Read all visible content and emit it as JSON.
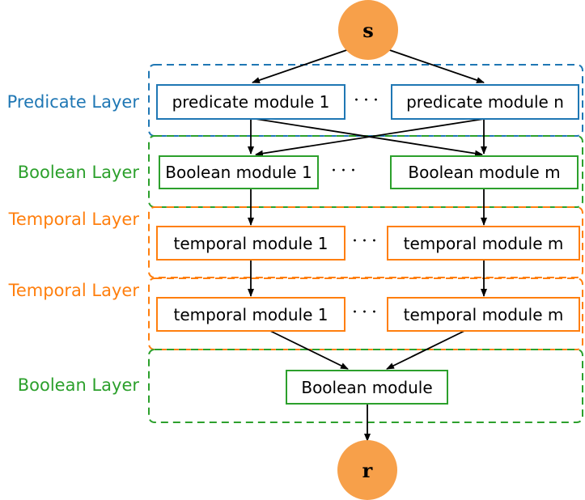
{
  "colors": {
    "predicate": "#1f77b4",
    "boolean": "#2ca02c",
    "temporal": "#ff7f0e",
    "node_fill": "#f7a04a",
    "arrow": "#000000"
  },
  "input_node": {
    "label": "s"
  },
  "output_node": {
    "label": "r"
  },
  "ellipsis": "···",
  "layers": [
    {
      "label": "Predicate Layer",
      "kind": "predicate",
      "modules": [
        "predicate module 1",
        "predicate module n"
      ]
    },
    {
      "label": "Boolean Layer",
      "kind": "boolean",
      "modules": [
        "Boolean module 1",
        "Boolean module m"
      ]
    },
    {
      "label": "Temporal Layer",
      "kind": "temporal",
      "modules": [
        "temporal module 1",
        "temporal module m"
      ]
    },
    {
      "label": "Temporal Layer",
      "kind": "temporal",
      "modules": [
        "temporal module 1",
        "temporal module m"
      ]
    },
    {
      "label": "Boolean Layer",
      "kind": "boolean",
      "modules": [
        "Boolean module"
      ]
    }
  ]
}
